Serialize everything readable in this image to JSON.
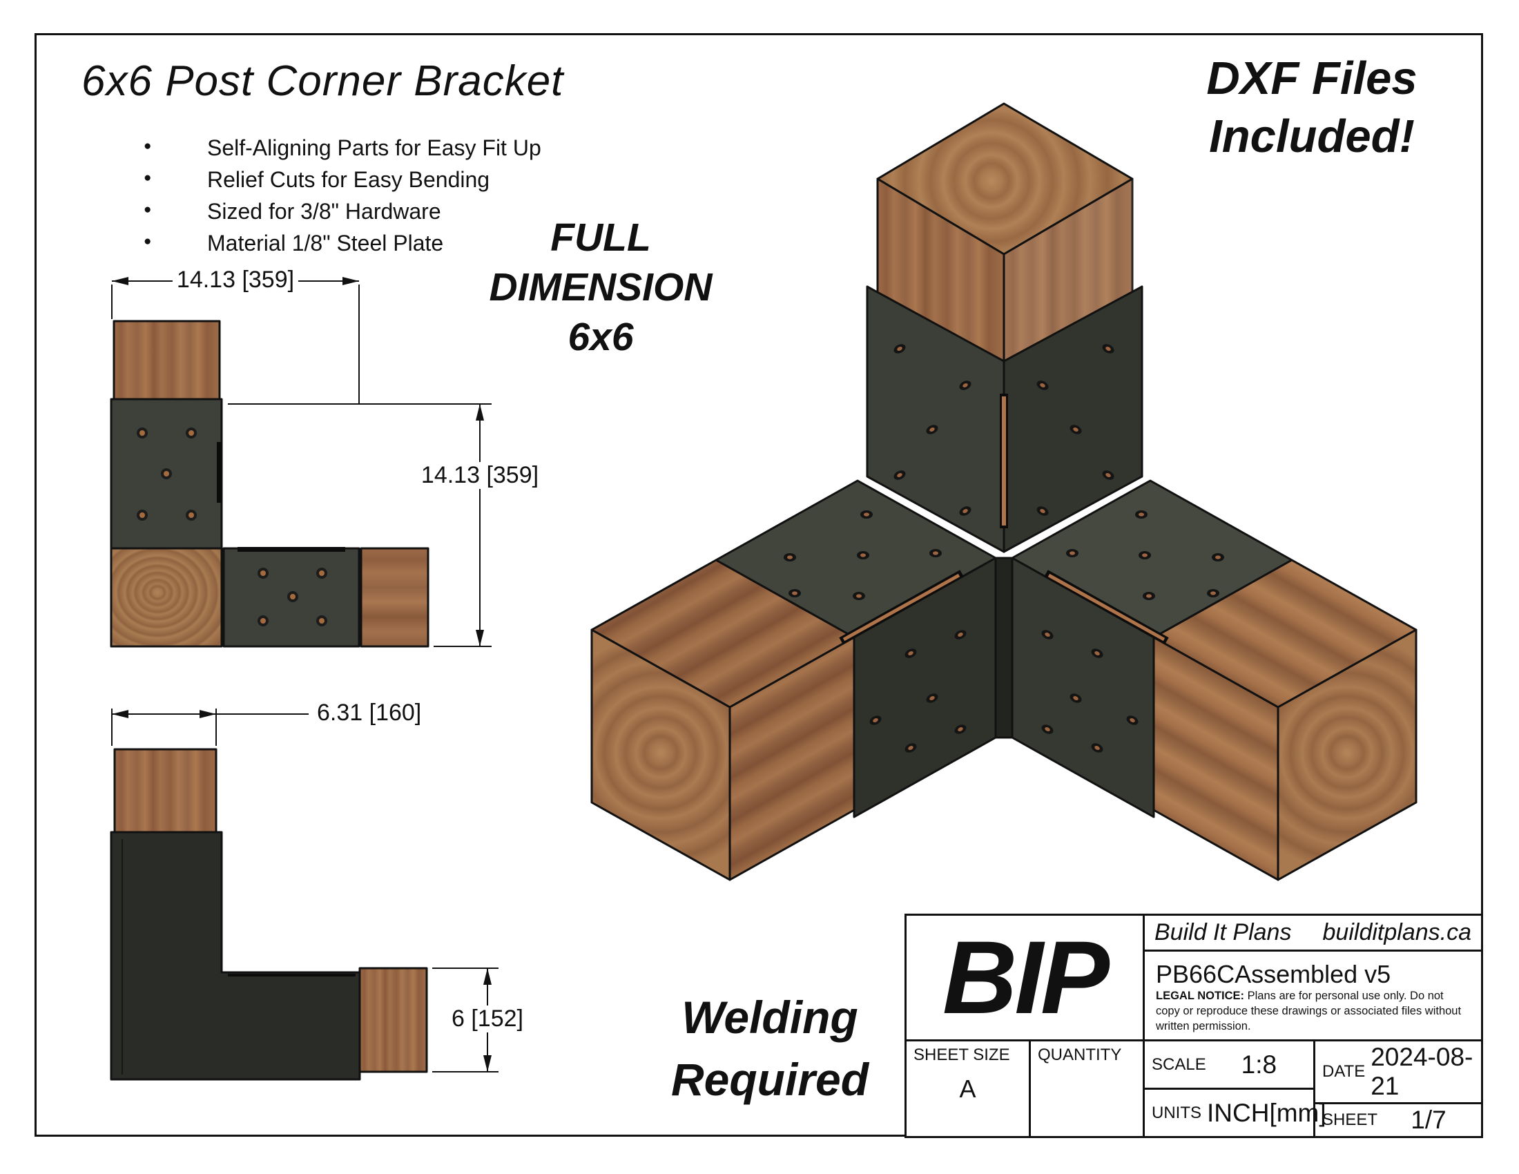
{
  "page": {
    "title": "6x6 Post Corner Bracket",
    "features": [
      "Self-Aligning Parts for Easy Fit Up",
      "Relief Cuts for Easy Bending",
      "Sized for 3/8\" Hardware",
      "Material 1/8\" Steel Plate"
    ],
    "dxf_note": {
      "line1": "DXF Files",
      "line2": "Included!"
    },
    "full_dimension_note": {
      "line1": "FULL",
      "line2": "DIMENSION",
      "line3": "6x6"
    },
    "welding_note": {
      "line1": "Welding",
      "line2": "Required"
    }
  },
  "dimensions": {
    "top_view_width": "14.13 [359]",
    "top_view_height": "14.13 [359]",
    "side_view_width": "6.31 [160]",
    "side_view_height": "6 [152]"
  },
  "title_block": {
    "logo": "BIP",
    "company": "Build It Plans",
    "website": "builditplans.ca",
    "drawing_title": "PB66CAssembled v5",
    "legal_notice_label": "LEGAL NOTICE:",
    "legal_notice_text": " Plans are for personal use only. Do not copy or reproduce these drawings or associated files without written permission.",
    "sheet_size_label": "SHEET SIZE",
    "sheet_size_value": "A",
    "quantity_label": "QUANTITY",
    "quantity_value": "",
    "scale_label": "SCALE",
    "scale_value": "1:8",
    "date_label": "DATE",
    "date_value": "2024-08-21",
    "units_label": "UNITS",
    "units_value": "INCH[mm]",
    "sheet_label": "SHEET",
    "sheet_value": "1/7"
  },
  "colors": {
    "steel_plate": "#3e413a",
    "steel_dark": "#2a2c27",
    "copper_slot": "#b0744a",
    "wood_base": "#9c6a47",
    "outline": "#111111"
  }
}
